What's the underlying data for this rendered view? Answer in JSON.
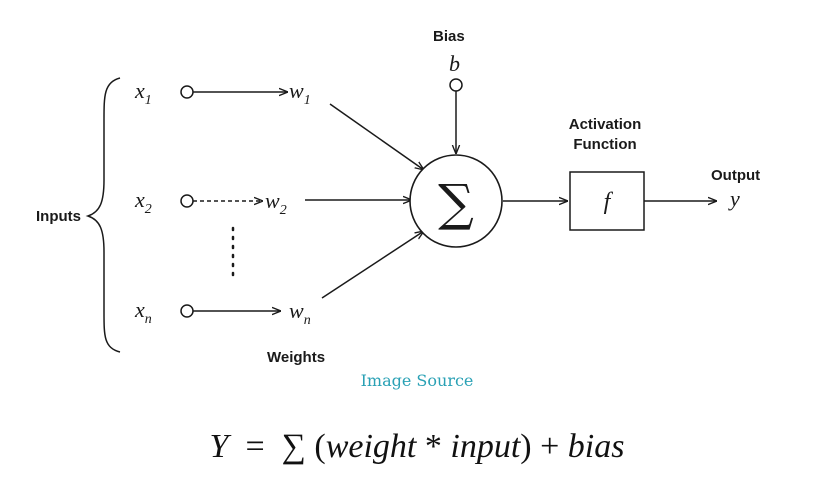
{
  "labels": {
    "inputs": "Inputs",
    "bias_title": "Bias",
    "bias_symbol": "b",
    "weights": "Weights",
    "activation_line1": "Activation",
    "activation_line2": "Function",
    "activation_symbol": "f",
    "output_title": "Output",
    "output_symbol": "y",
    "sum_symbol": "∑"
  },
  "inputs": [
    {
      "var": "x",
      "sub": "1"
    },
    {
      "var": "x",
      "sub": "2"
    },
    {
      "var": "x",
      "sub": "n"
    }
  ],
  "weights": [
    {
      "var": "w",
      "sub": "1"
    },
    {
      "var": "w",
      "sub": "2"
    },
    {
      "var": "w",
      "sub": "n"
    }
  ],
  "caption": "Image Source",
  "formula": {
    "lhs": "Y",
    "eq": "=",
    "sigma": "∑",
    "open": "(",
    "weight": "weight",
    "times": "*",
    "input": "input",
    "close": ")",
    "plus": "+",
    "bias": "bias"
  },
  "colors": {
    "caption_link": "#2aa1b5",
    "stroke": "#1a1a1a"
  }
}
